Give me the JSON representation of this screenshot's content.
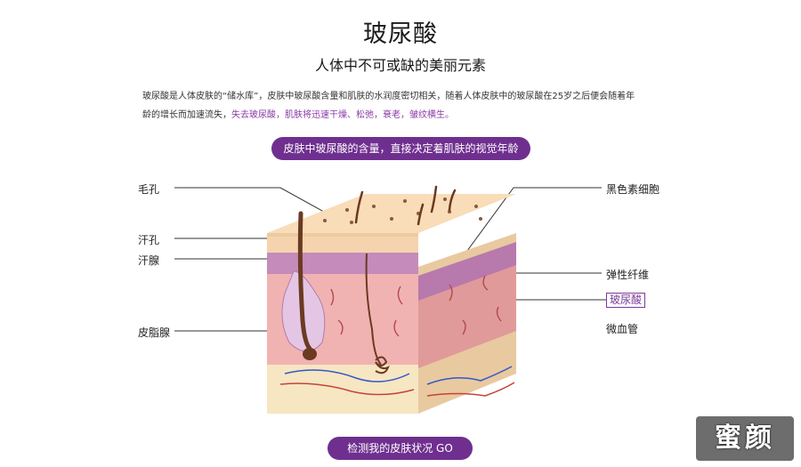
{
  "header": {
    "title": "玻尿酸",
    "subtitle": "人体中不可或缺的美丽元素"
  },
  "intro": {
    "line1": "玻尿酸是人体皮肤的“储水库”，皮肤中玻尿酸含量和肌肤的水润度密切相关，随着人体皮肤中的玻尿酸在25岁之后便会随着年",
    "line2_plain": "龄的增长而加速流失，",
    "line2_accent": "失去玻尿酸，肌肤将迅速干燥、松弛，衰老，皱纹横生。"
  },
  "banner": {
    "text": "皮肤中玻尿酸的含量，直接决定着肌肤的视觉年龄"
  },
  "labels": {
    "pore": "毛孔",
    "sweat_pore": "汗孔",
    "sweat_gland": "汗腺",
    "sebaceous_gland": "皮脂腺",
    "melanocyte": "黑色素细胞",
    "elastic_fiber": "弹性纤维",
    "hyaluronic_acid": "玻尿酸",
    "capillary": "微血管"
  },
  "cta": {
    "label": "检测我的皮肤状况 GO"
  },
  "colors": {
    "accent": "#6f2f8f",
    "skin_top": "#f9dcb8",
    "dermis": "#f1b3b1",
    "subcutis": "#f6e6c2",
    "elastic_layer": "#c58bbb"
  }
}
